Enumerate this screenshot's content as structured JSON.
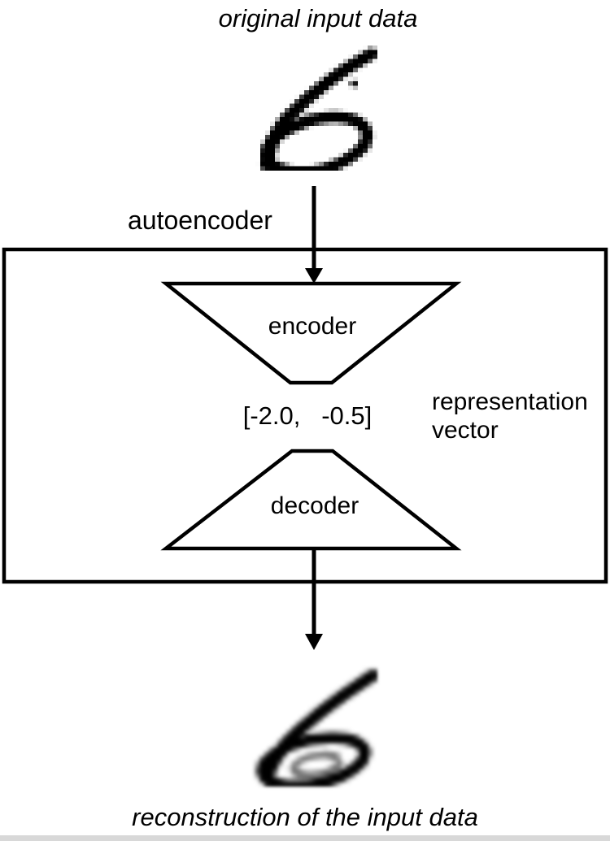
{
  "colors": {
    "background": "#ffffff",
    "ink": "#000000",
    "footer_strip": "#d8d8d8"
  },
  "captions": {
    "top": "original input data",
    "bottom": "reconstruction of the input data"
  },
  "autoencoder": {
    "label": "autoencoder",
    "encoder_label": "encoder",
    "decoder_label": "decoder",
    "representation_vector_values": "[-2.0,   -0.5]",
    "representation_label_line1": "representation",
    "representation_label_line2": "vector"
  },
  "digits": {
    "original_alt": "sharp pixelated handwritten digit 6 (MNIST-style original input)",
    "reconstruction_alt": "blurry reconstructed handwritten digit 6 (decoder output)"
  }
}
